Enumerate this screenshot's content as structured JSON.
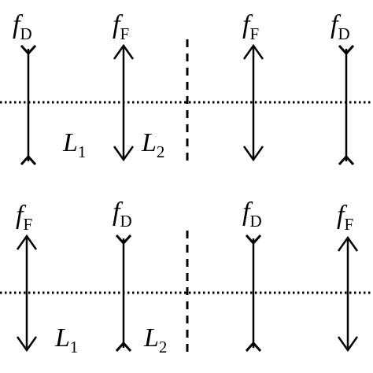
{
  "diagram": {
    "panels": [
      {
        "lenses": [
          {
            "type": "diverging",
            "symbol": "f",
            "subscript": "D"
          },
          {
            "type": "converging",
            "symbol": "f",
            "subscript": "F"
          },
          {
            "type": "converging",
            "symbol": "f",
            "subscript": "F"
          },
          {
            "type": "diverging",
            "symbol": "f",
            "subscript": "D"
          }
        ],
        "lens_labels": [
          {
            "symbol": "L",
            "subscript": "1"
          },
          {
            "symbol": "L",
            "subscript": "2"
          }
        ]
      },
      {
        "lenses": [
          {
            "type": "converging",
            "symbol": "f",
            "subscript": "F"
          },
          {
            "type": "diverging",
            "symbol": "f",
            "subscript": "D"
          },
          {
            "type": "diverging",
            "symbol": "f",
            "subscript": "D"
          },
          {
            "type": "converging",
            "symbol": "f",
            "subscript": "F"
          }
        ],
        "lens_labels": [
          {
            "symbol": "L",
            "subscript": "1"
          },
          {
            "symbol": "L",
            "subscript": "2"
          }
        ]
      }
    ]
  }
}
